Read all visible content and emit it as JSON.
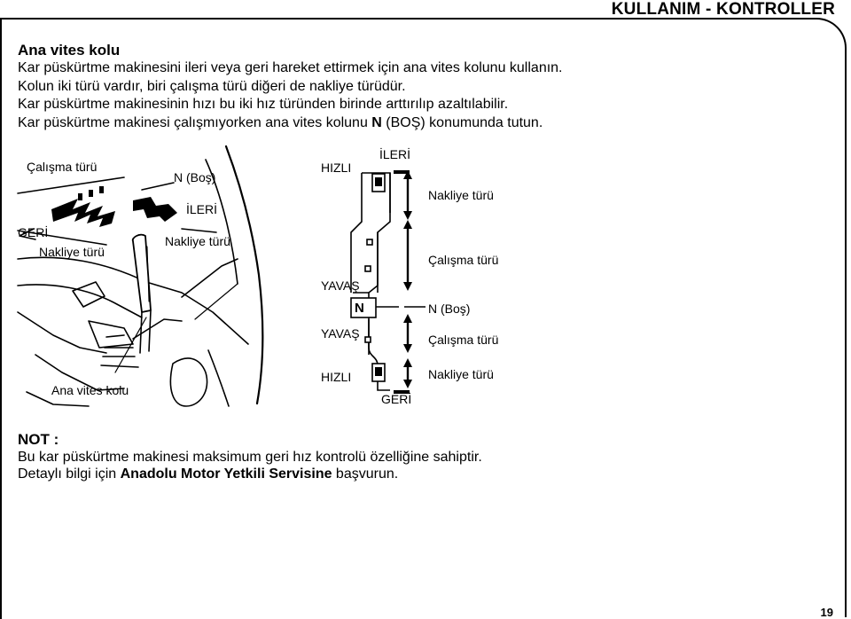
{
  "header": {
    "title": "KULLANIM - KONTROLLER"
  },
  "section": {
    "title": "Ana vites kolu",
    "lines": [
      "Kar püskürtme makinesini ileri veya geri hareket ettirmek için ana vites kolunu kullanın.",
      "Kolun iki türü vardır, biri çalışma türü diğeri de nakliye türüdür.",
      "Kar püskürtme makinesinin hızı bu iki hız türünden birinde arttırılıp azaltılabilir."
    ],
    "line4": {
      "before": "Kar püskürtme makinesi çalışmıyorken ana vites kolunu ",
      "bold": "N",
      "after": " (BOŞ) konumunda tutun."
    }
  },
  "figure_left": {
    "calisma_turu": "Çalışma türü",
    "n_bos": "N (Boş)",
    "ileri": "İLERİ",
    "geri": "GERİ",
    "nakliye_turu_left": "Nakliye türü",
    "nakliye_turu_mid": "Nakliye türü",
    "ana_vites_kolu": "Ana vites kolu"
  },
  "figure_right": {
    "ileri": "İLERİ",
    "hizli_top": "HIZLI",
    "yavas_1": "YAVAŞ",
    "yavas_2": "YAVAŞ",
    "hizli_bottom": "HIZLI",
    "geri": "GERİ",
    "nakliye_turu_1": "Nakliye türü",
    "calisma_turu_1": "Çalışma türü",
    "n_bos": "N (Boş)",
    "calisma_turu_2": "Çalışma türü",
    "nakliye_turu_2": "Nakliye türü",
    "gate_n_glyph": "N"
  },
  "note": {
    "title": "NOT :",
    "line1": "Bu kar püskürtme makinesi maksimum geri hız kontrolü özelliğine sahiptir.",
    "line2": {
      "before": "Detaylı bilgi için ",
      "bold": "Anadolu Motor Yetkili Servisine",
      "after": " başvurun."
    }
  },
  "page_number": "19"
}
